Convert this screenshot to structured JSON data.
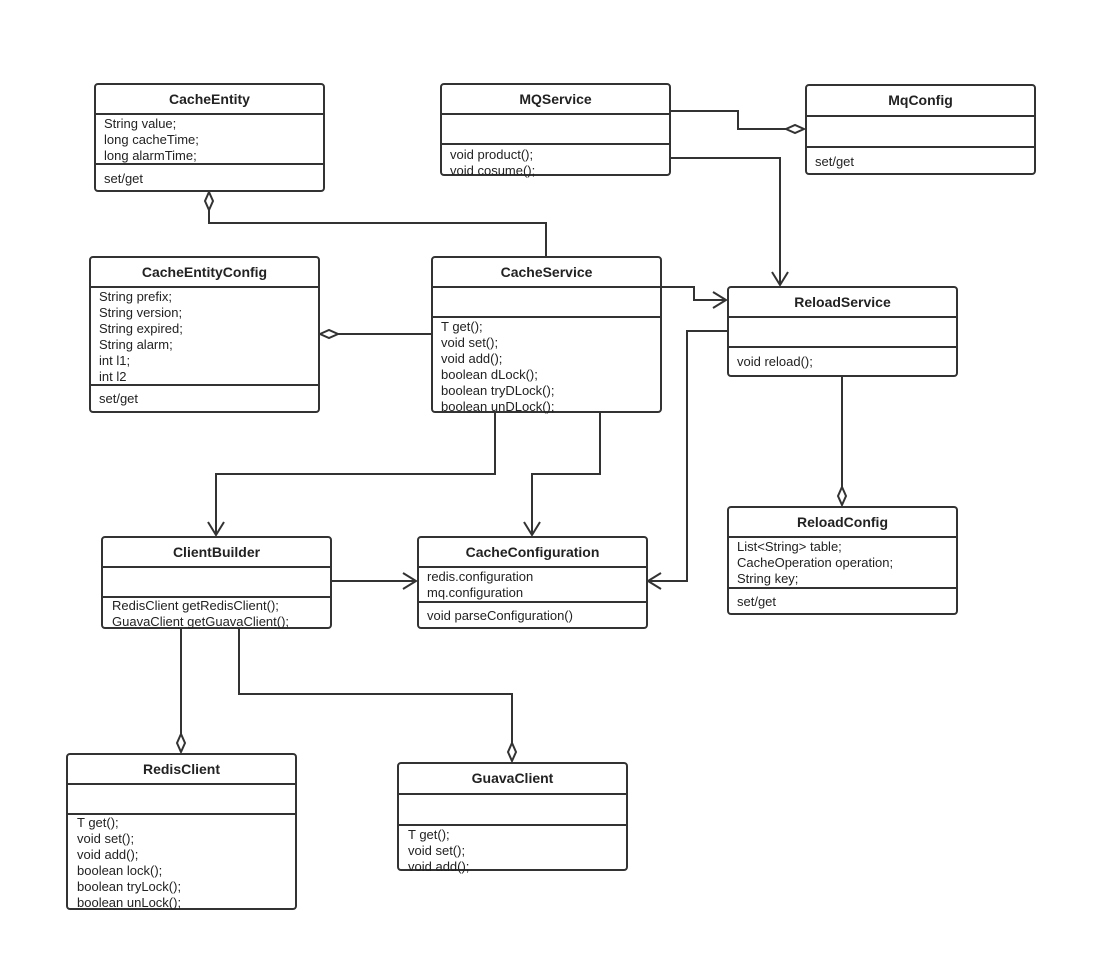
{
  "classes": {
    "cache_entity": {
      "name": "CacheEntity",
      "attrs": [
        "String value;",
        "long cacheTime;",
        "long alarmTime;"
      ],
      "methods": [
        "set/get"
      ]
    },
    "mq_service": {
      "name": "MQService",
      "attrs": [],
      "methods": [
        "void product();",
        "void cosume();"
      ]
    },
    "mq_config": {
      "name": "MqConfig",
      "attrs": [],
      "methods": [
        "set/get"
      ]
    },
    "cache_entity_config": {
      "name": "CacheEntityConfig",
      "attrs": [
        "String prefix;",
        "String version;",
        "String expired;",
        "String alarm;",
        "int l1;",
        "int l2"
      ],
      "methods": [
        "set/get"
      ]
    },
    "cache_service": {
      "name": "CacheService",
      "attrs": [],
      "methods": [
        "T get();",
        "void set();",
        "void add();",
        "boolean dLock();",
        "boolean tryDLock();",
        "boolean unDLock();"
      ]
    },
    "reload_service": {
      "name": "ReloadService",
      "attrs": [],
      "methods": [
        "void reload();"
      ]
    },
    "reload_config": {
      "name": "ReloadConfig",
      "attrs": [
        "List<String> table;",
        "CacheOperation operation;",
        "String key;"
      ],
      "methods": [
        "set/get"
      ]
    },
    "client_builder": {
      "name": "ClientBuilder",
      "attrs": [],
      "methods": [
        "RedisClient getRedisClient();",
        "GuavaClient getGuavaClient();"
      ]
    },
    "cache_configuration": {
      "name": "CacheConfiguration",
      "attrs": [
        "redis.configuration",
        "mq.configuration"
      ],
      "methods": [
        "void parseConfiguration()"
      ]
    },
    "redis_client": {
      "name": "RedisClient",
      "attrs": [],
      "methods": [
        "T get();",
        "void set();",
        "void add();",
        "boolean lock();",
        "boolean tryLock();",
        "boolean unLock();"
      ]
    },
    "guava_client": {
      "name": "GuavaClient",
      "attrs": [],
      "methods": [
        "T get();",
        "void set();",
        "void add();"
      ]
    }
  },
  "relationships": [
    {
      "from": "cache_service",
      "to": "cache_entity",
      "type": "aggregation"
    },
    {
      "from": "cache_service",
      "to": "cache_entity_config",
      "type": "aggregation"
    },
    {
      "from": "mq_service",
      "to": "mq_config",
      "type": "aggregation"
    },
    {
      "from": "mq_service",
      "to": "reload_service",
      "type": "association"
    },
    {
      "from": "cache_service",
      "to": "reload_service",
      "type": "association"
    },
    {
      "from": "reload_service",
      "to": "reload_config",
      "type": "aggregation"
    },
    {
      "from": "reload_service",
      "to": "cache_configuration",
      "type": "association"
    },
    {
      "from": "cache_service",
      "to": "client_builder",
      "type": "association"
    },
    {
      "from": "cache_service",
      "to": "cache_configuration",
      "type": "association"
    },
    {
      "from": "client_builder",
      "to": "cache_configuration",
      "type": "association"
    },
    {
      "from": "client_builder",
      "to": "redis_client",
      "type": "aggregation"
    },
    {
      "from": "client_builder",
      "to": "guava_client",
      "type": "aggregation"
    }
  ],
  "colors": {
    "line": "#333333",
    "background": "#ffffff"
  }
}
